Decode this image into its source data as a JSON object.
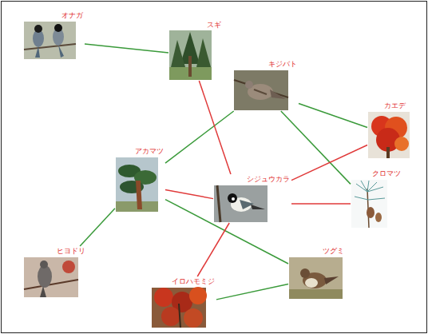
{
  "diagram": {
    "nodes": [
      {
        "text": [
          "オナガ"
        ]
      },
      {
        "text": [
          "スギ"
        ]
      },
      {
        "text": [
          "キジバト"
        ]
      },
      {
        "text": [
          "カエデ"
        ]
      },
      {
        "text": [
          "アカマツ"
        ]
      },
      {
        "text": [
          "シジュウカラ"
        ]
      },
      {
        "text": [
          "クロマツ"
        ]
      },
      {
        "text": [
          "ヒヨドリ"
        ]
      },
      {
        "text": [
          "ツグミ"
        ]
      },
      {
        "text": [
          "イロハモミジ"
        ]
      }
    ],
    "edges": [
      {
        "from": 0,
        "to": 1,
        "arrow": "none"
      },
      {
        "from": 2,
        "to": 4,
        "arrow": "none"
      },
      {
        "from": 4,
        "to": 7,
        "arrow": "none"
      },
      {
        "from": 2,
        "to": 3,
        "arrow": "none"
      },
      {
        "from": 2,
        "to": 6,
        "arrow": "none"
      },
      {
        "from": 4,
        "to": 8,
        "arrow": "none"
      },
      {
        "from": 8,
        "to": 9,
        "arrow": "none"
      },
      {
        "from": 1,
        "to": 5,
        "arrow": "none"
      },
      {
        "from": 3,
        "to": 5,
        "arrow": "none"
      },
      {
        "from": 4,
        "to": 5,
        "arrow": "none"
      },
      {
        "from": 5,
        "to": 6,
        "arrow": "none"
      },
      {
        "from": 5,
        "to": 9,
        "arrow": "none"
      }
    ]
  }
}
